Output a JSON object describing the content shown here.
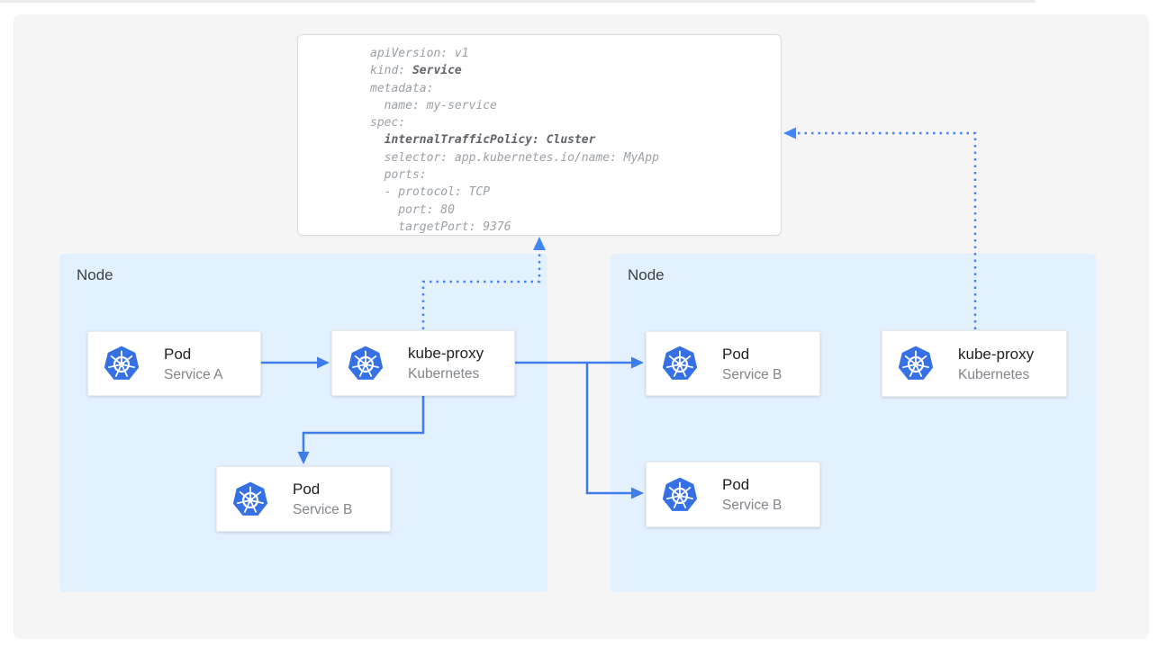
{
  "colors": {
    "panel_bg": "#f5f5f6",
    "node_fill": "#e3f0fd",
    "solid_arrow": "#3f7ceb",
    "dotted_arrow": "#4285f4",
    "kubernetes_logo_blue": "#3570e4",
    "code_text": "#9aa0a6",
    "code_bold_text": "#5f6368",
    "card_title_text": "#202124",
    "card_subtitle_text": "#80868b",
    "node_label_text": "#3c4043"
  },
  "yaml_box": {
    "lines": [
      [
        {
          "t": "apiVersion: v1",
          "b": 0
        }
      ],
      [
        {
          "t": "kind: ",
          "b": 0
        },
        {
          "t": "Service",
          "b": 1
        }
      ],
      [
        {
          "t": "metadata:",
          "b": 0
        }
      ],
      [
        {
          "t": "  name: my-service",
          "b": 0
        }
      ],
      [
        {
          "t": "spec:",
          "b": 0
        }
      ],
      [
        {
          "t": "  ",
          "b": 0
        },
        {
          "t": "internalTrafficPolicy: Cluster",
          "b": 1
        }
      ],
      [
        {
          "t": "  selector: app.kubernetes.io/name: MyApp",
          "b": 0
        }
      ],
      [
        {
          "t": "  ports:",
          "b": 0
        }
      ],
      [
        {
          "t": "  - protocol: TCP",
          "b": 0
        }
      ],
      [
        {
          "t": "    port: 80",
          "b": 0
        }
      ],
      [
        {
          "t": "    targetPort: 9376",
          "b": 0
        }
      ]
    ]
  },
  "nodes": {
    "left_label": "Node",
    "right_label": "Node"
  },
  "cards": {
    "pod_a": {
      "title": "Pod",
      "subtitle": "Service A",
      "icon": "kubernetes-logo"
    },
    "kube_proxy_left": {
      "title": "kube-proxy",
      "subtitle": "Kubernetes",
      "icon": "kubernetes-logo"
    },
    "pod_b_left": {
      "title": "Pod",
      "subtitle": "Service B",
      "icon": "kubernetes-logo"
    },
    "pod_b_right_top": {
      "title": "Pod",
      "subtitle": "Service B",
      "icon": "kubernetes-logo"
    },
    "pod_b_right_bottom": {
      "title": "Pod",
      "subtitle": "Service B",
      "icon": "kubernetes-logo"
    },
    "kube_proxy_right": {
      "title": "kube-proxy",
      "subtitle": "Kubernetes",
      "icon": "kubernetes-logo"
    }
  }
}
